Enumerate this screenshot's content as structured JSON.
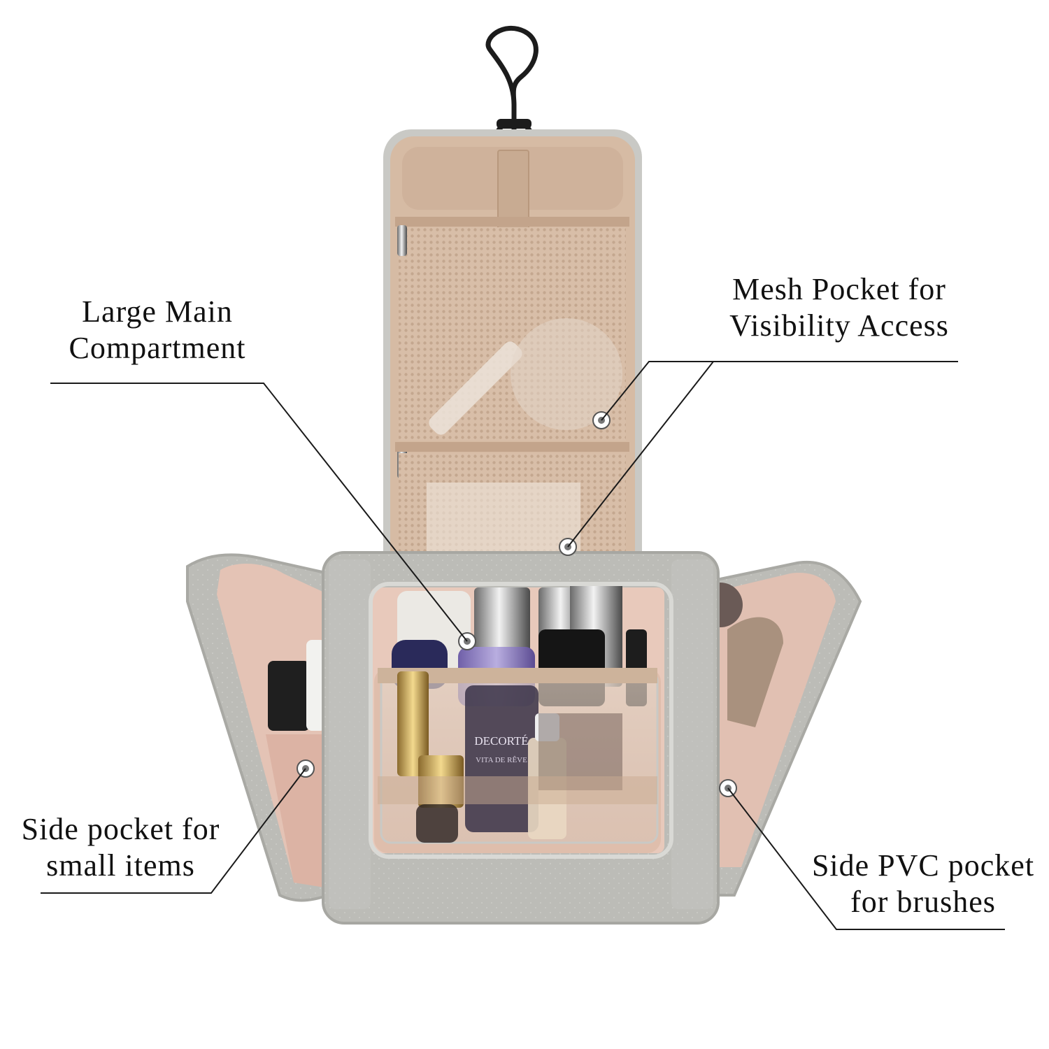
{
  "callouts": {
    "main": {
      "line1": "Large Main",
      "line2": "Compartment"
    },
    "mesh": {
      "line1": "Mesh Pocket for",
      "line2": "Visibility Access"
    },
    "side_small": {
      "line1": "Side pocket for",
      "line2": "small items"
    },
    "side_pvc": {
      "line1": "Side PVC pocket",
      "line2": "for brushes"
    }
  },
  "product_text": {
    "bottle_brand": "DECORTÉ",
    "bottle_name": "VITA DE RÊVE"
  },
  "colors": {
    "bag_gray": "#b9b9b4",
    "lining_beige": "#d9bfa8",
    "mesh_beige": "#dcc3ad",
    "pink_lining": "#e6c3b7",
    "hook_black": "#1c1c1c",
    "line_color": "#1a1a1a"
  }
}
